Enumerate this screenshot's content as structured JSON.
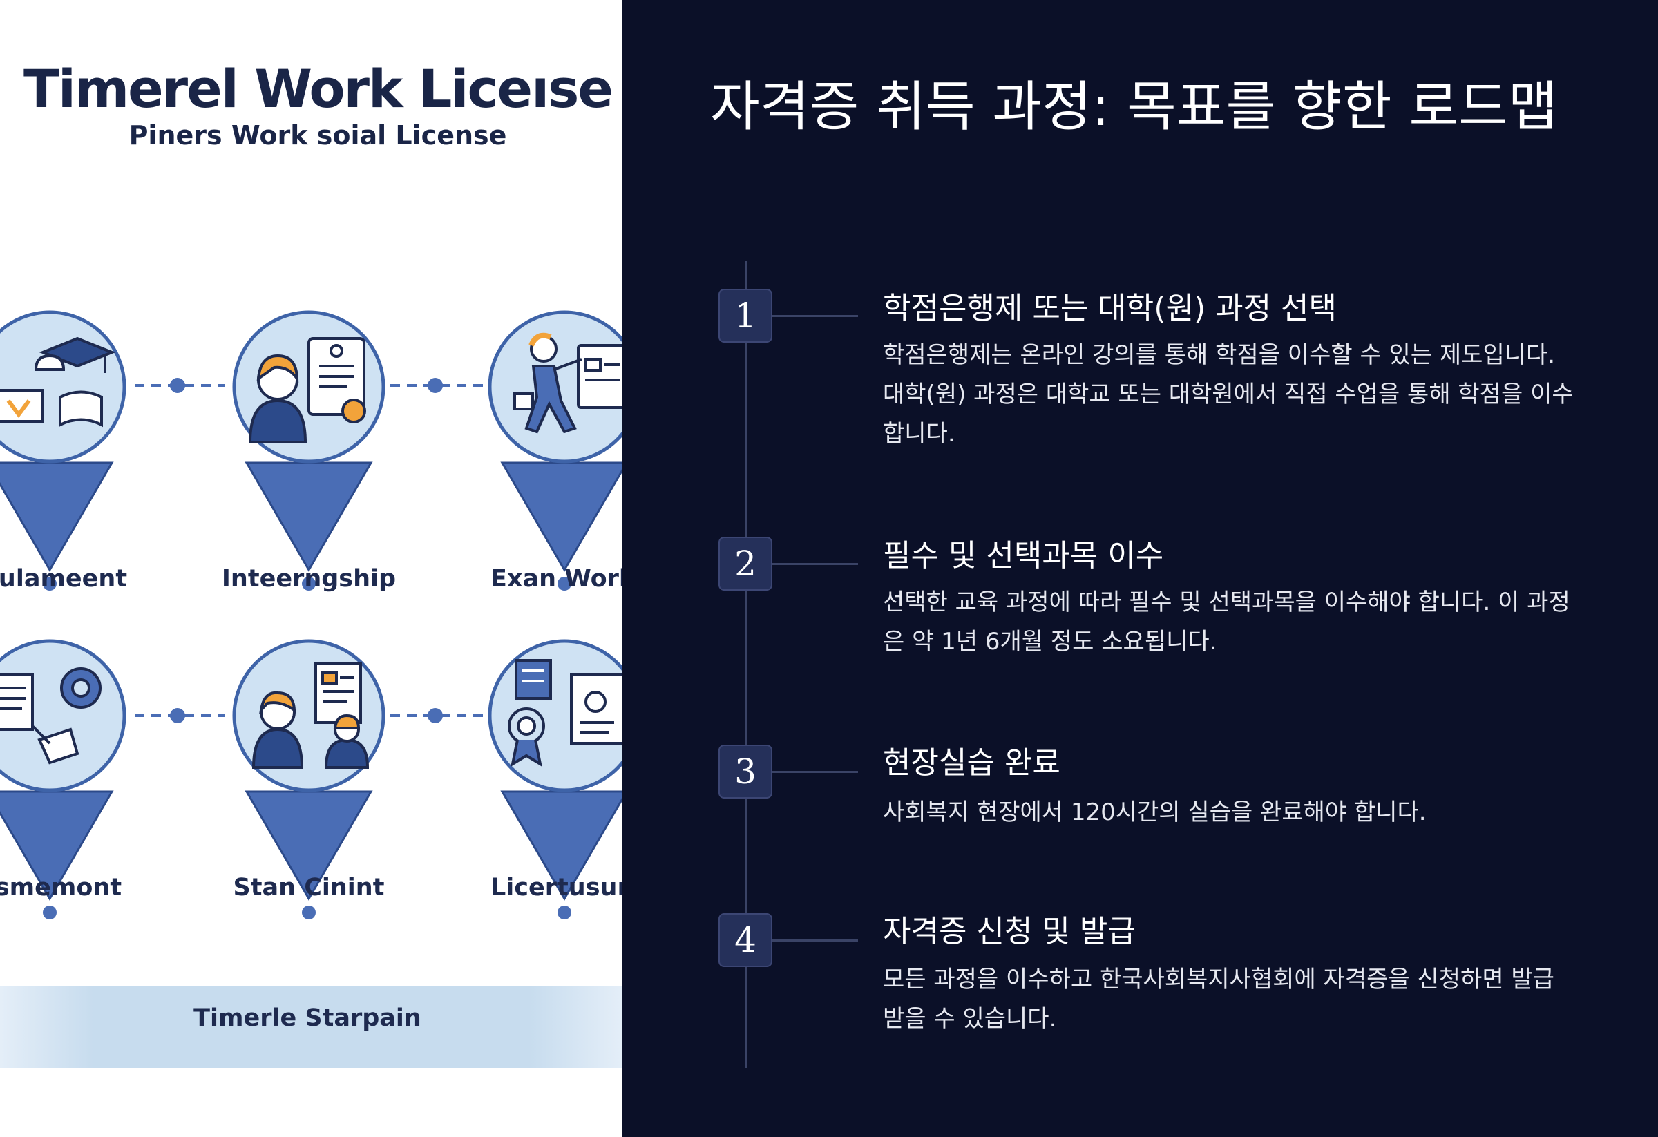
{
  "illustration": {
    "title": "Timerel Work Liceıse",
    "subtitle": "Piners Work soial License",
    "row1_labels": [
      "crulameent",
      "Inteerngship",
      "Exan Work"
    ],
    "row2_labels": [
      "usmemont",
      "Stan Cinint",
      "Licertusure"
    ],
    "banner": "Timerle Starpain",
    "colors": {
      "pin_fill": "#4a6db5",
      "pin_circle": "#cfe2f3",
      "outline": "#2c4a8a",
      "accent": "#f2a33a",
      "dark_text": "#1e2a4f"
    },
    "icons": [
      "graduation-cap-icon",
      "intern-person-icon",
      "walking-worker-icon",
      "documents-gear-icon",
      "team-people-icon",
      "certificate-award-icon"
    ]
  },
  "roadmap": {
    "title": "자격증 취득 과정: 목표를 향한 로드맵",
    "steps": [
      {
        "number": "1",
        "title": "학점은행제 또는 대학(원) 과정 선택",
        "description": "학점은행제는 온라인 강의를 통해 학점을 이수할 수 있는 제도입니다. 대학(원) 과정은 대학교 또는 대학원에서 직접 수업을 통해 학점을 이수합니다."
      },
      {
        "number": "2",
        "title": "필수 및 선택과목 이수",
        "description": "선택한 교육 과정에 따라 필수 및 선택과목을 이수해야 합니다. 이 과정은 약 1년 6개월 정도 소요됩니다."
      },
      {
        "number": "3",
        "title": "현장실습 완료",
        "description": "사회복지 현장에서 120시간의 실습을 완료해야 합니다."
      },
      {
        "number": "4",
        "title": "자격증 신청 및 발급",
        "description": "모든 과정을 이수하고 한국사회복지사협회에 자격증을 신청하면 발급받을 수 있습니다."
      }
    ],
    "colors": {
      "background": "#0b1028",
      "badge": "#25305a",
      "line": "#3a4366",
      "text": "#ffffff"
    }
  }
}
